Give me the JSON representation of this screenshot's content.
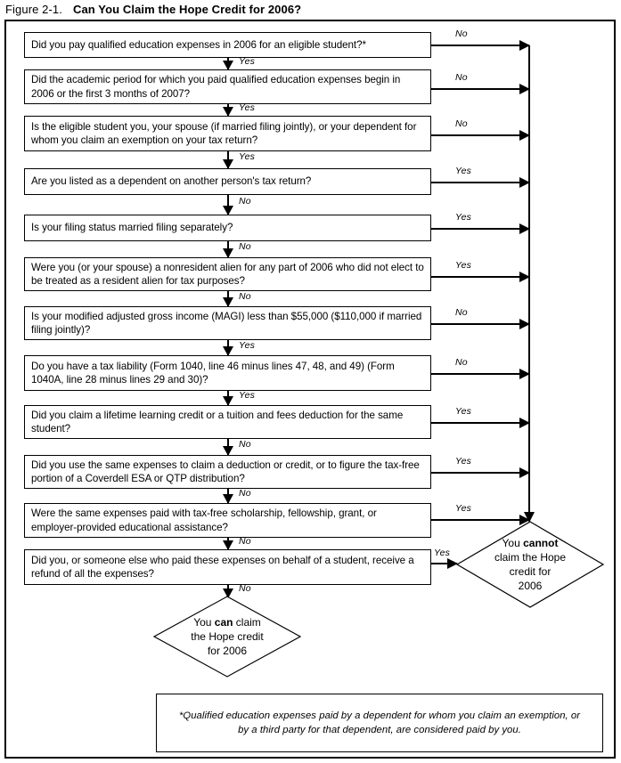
{
  "figure": {
    "number": "Figure 2-1.",
    "title": "Can You Claim the Hope Credit for 2006?"
  },
  "questions": [
    {
      "id": "q1",
      "text": "Did you pay qualified education expenses in 2006 for an eligible student?*",
      "branch_label": "No",
      "next_label": "Yes"
    },
    {
      "id": "q2",
      "text": "Did the academic period for which you paid qualified education expenses begin in 2006 or the first 3 months of 2007?",
      "branch_label": "No",
      "next_label": "Yes"
    },
    {
      "id": "q3",
      "text": "Is the eligible student you, your spouse (if married filing jointly), or your dependent for whom you claim an exemption on your tax return?",
      "branch_label": "No",
      "next_label": "Yes"
    },
    {
      "id": "q4",
      "text": "Are you listed as a dependent on another person's tax return?",
      "branch_label": "Yes",
      "next_label": "No"
    },
    {
      "id": "q5",
      "text": "Is your filing status married filing separately?",
      "branch_label": "Yes",
      "next_label": "No"
    },
    {
      "id": "q6",
      "text": "Were you (or your spouse) a nonresident alien for any part of 2006 who did not elect to be treated as a resident alien for tax purposes?",
      "branch_label": "Yes",
      "next_label": "No"
    },
    {
      "id": "q7",
      "text": "Is your modified adjusted gross income (MAGI) less than $55,000 ($110,000 if married filing jointly)?",
      "branch_label": "No",
      "next_label": "Yes"
    },
    {
      "id": "q8",
      "text": "Do you have a tax liability (Form 1040, line 46 minus lines 47, 48, and 49) (Form 1040A, line 28 minus lines 29 and 30)?",
      "branch_label": "No",
      "next_label": "Yes"
    },
    {
      "id": "q9",
      "text": "Did you claim a lifetime learning credit or a tuition and fees deduction for the same student?",
      "branch_label": "Yes",
      "next_label": "No"
    },
    {
      "id": "q10",
      "text": "Did you use the same expenses to claim a deduction or credit, or to figure the tax-free portion of a Coverdell ESA or QTP distribution?",
      "branch_label": "Yes",
      "next_label": "No"
    },
    {
      "id": "q11",
      "text": "Were the same expenses paid with tax-free scholarship, fellowship, grant, or employer-provided educational assistance?",
      "branch_label": "Yes",
      "next_label": "No"
    },
    {
      "id": "q12",
      "text": "Did you, or someone else who paid these expenses on behalf of a student, receive a refund of all the expenses?",
      "branch_label": "Yes",
      "next_label": "No"
    }
  ],
  "outcomes": {
    "cannot": {
      "line1_pre": "You ",
      "line1_bold": "cannot",
      "line2": "claim the Hope",
      "line3": "credit for",
      "line4": "2006"
    },
    "can": {
      "line1_pre": "You ",
      "line1_bold": "can",
      "line1_post": " claim",
      "line2": "the Hope credit",
      "line3": "for 2006"
    }
  },
  "footnote": {
    "text": "*Qualified education expenses paid by a dependent for whom you claim an exemption, or by a third party for that dependent, are considered paid by you."
  },
  "colors": {
    "line": "#000000",
    "background": "#ffffff"
  }
}
